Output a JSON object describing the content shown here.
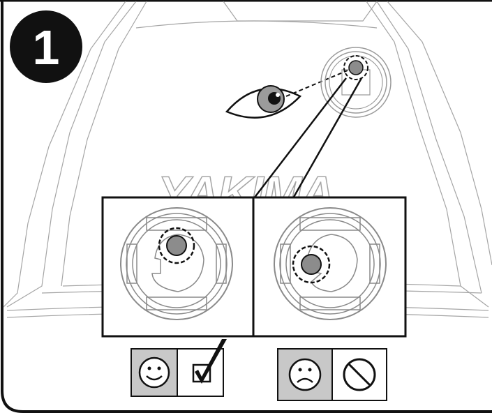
{
  "step": {
    "number": "1"
  },
  "brand": {
    "text": "YAKIMA"
  },
  "colors": {
    "panel_gray": "#c8c8c8",
    "knob_gray": "#8c8c8c",
    "line": "#222222",
    "outline_light": "#9a9a9a"
  },
  "callouts": [
    {
      "id": "correct",
      "indicator_position": "centered",
      "result": "correct",
      "face_icon": "smile-face-icon",
      "symbol_icon": "checkbox-check-icon"
    },
    {
      "id": "incorrect",
      "indicator_position": "offset",
      "result": "incorrect",
      "face_icon": "sad-face-icon",
      "symbol_icon": "prohibited-icon"
    }
  ]
}
